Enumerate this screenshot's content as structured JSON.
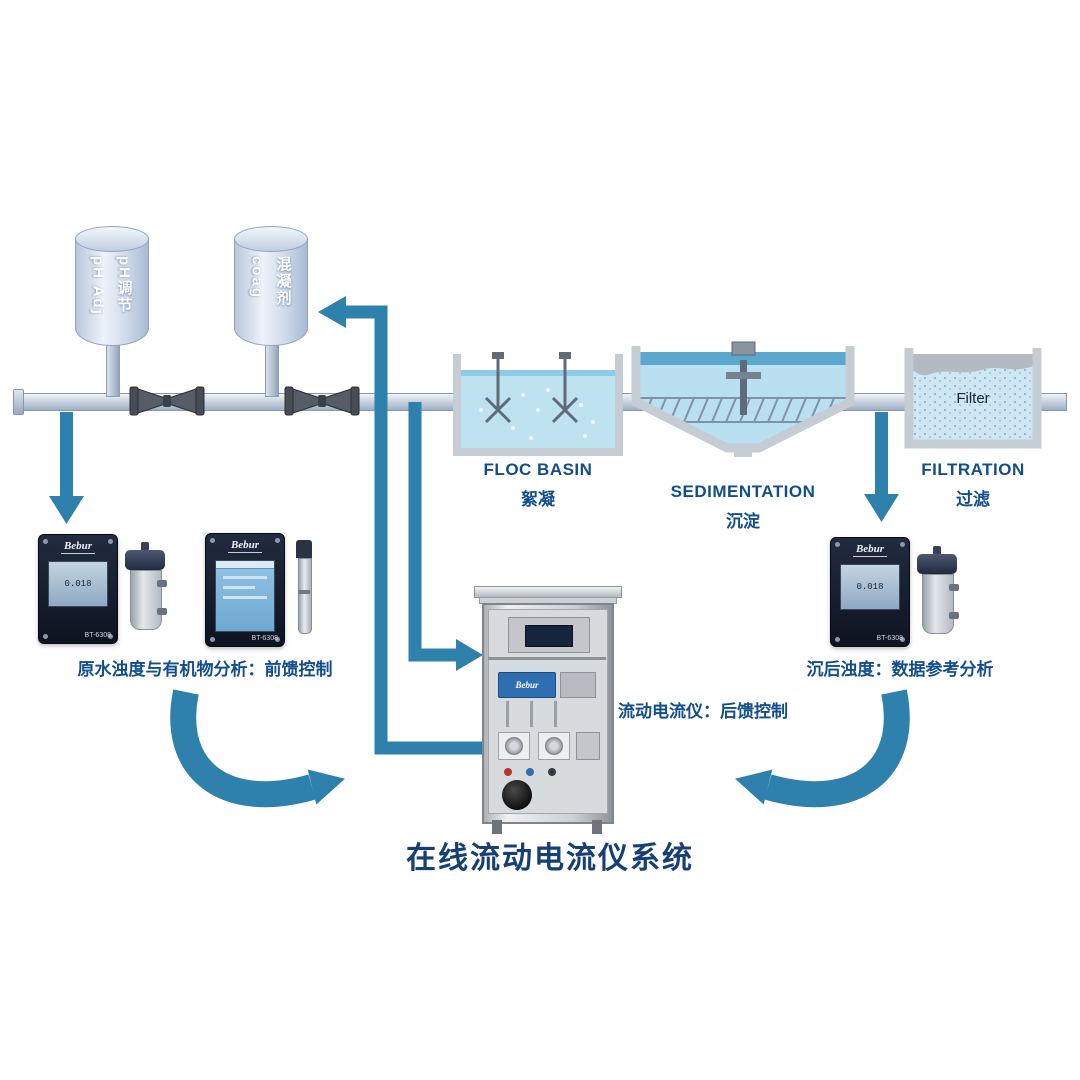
{
  "title": {
    "text": "在线流动电流仪系统"
  },
  "dosing_tanks": {
    "ph": {
      "en": "pH Adj",
      "zh": "pH调节"
    },
    "coagulant": {
      "en": "coag",
      "zh": "混凝剂"
    }
  },
  "process_stages": {
    "floc_basin": {
      "en": "FLOC BASIN",
      "zh": "絮凝"
    },
    "sedimentation": {
      "en": "SEDIMENTATION",
      "zh": "沉淀"
    },
    "filtration": {
      "en": "FILTRATION",
      "zh": "过滤",
      "media_label": "Filter"
    }
  },
  "analyzers": {
    "brand": "Bebur",
    "model": "BT-6308",
    "raw_water_reading": "0.018",
    "settled_water_reading": "0.018"
  },
  "annotations": {
    "raw_water": "原水浊度与有机物分析：前馈控制",
    "streaming_current": "流动电流仪：后馈控制",
    "settled_water": "沉后浊度：数据参考分析"
  },
  "colors": {
    "flow_arrow": "#2e80ad",
    "label": "#124e8c",
    "title": "#153f75"
  }
}
